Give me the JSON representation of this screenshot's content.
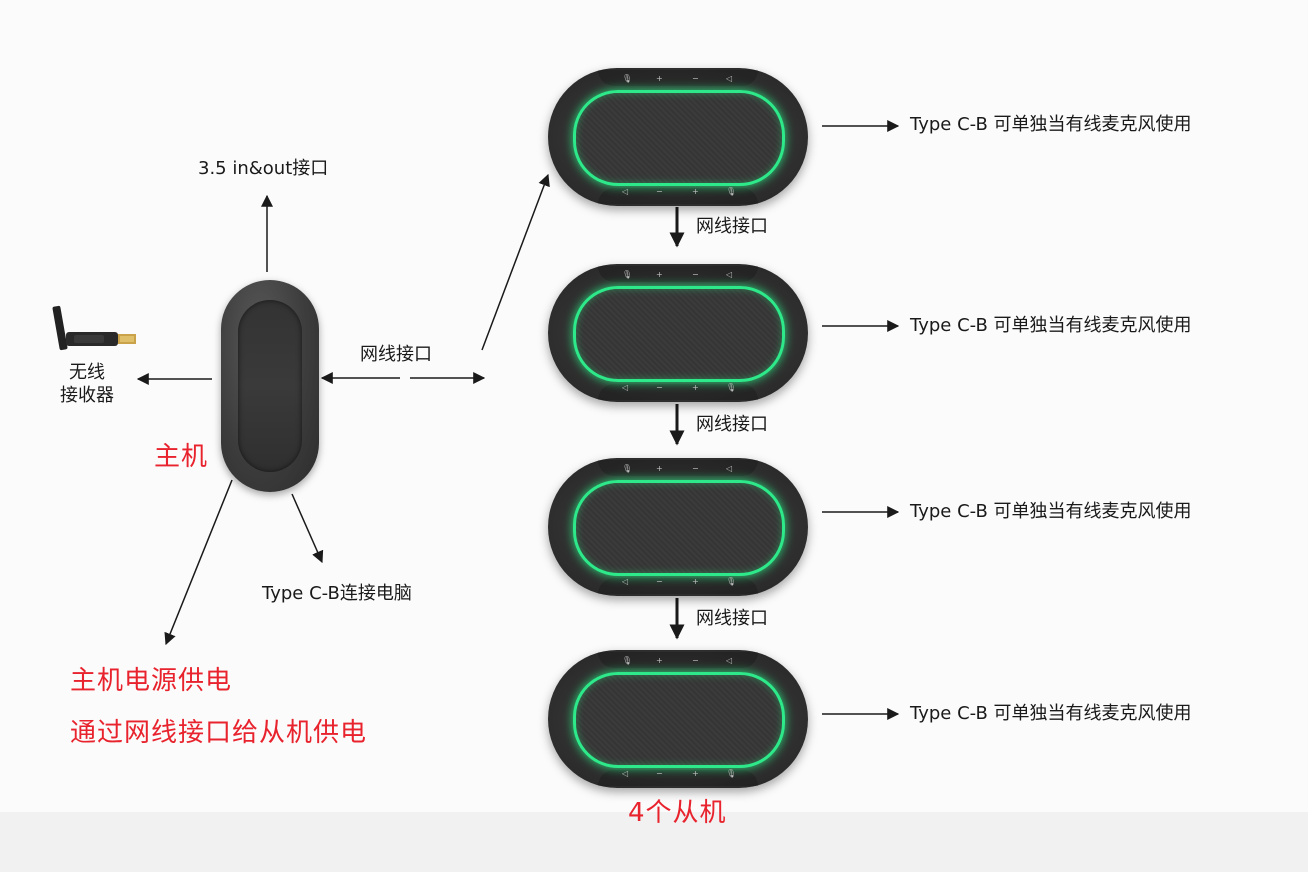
{
  "host": {
    "label": "主机",
    "port_audio": "3.5 in&out接口",
    "port_network": "网线接口",
    "port_usb": "Type C-B连接电脑",
    "wireless_line1": "无线",
    "wireless_line2": "接收器"
  },
  "power_note": {
    "line1": "主机电源供电",
    "line2": "通过网线接口给从机供电"
  },
  "slaves": {
    "count_label": "4个从机",
    "chain_label": "网线接口",
    "usage_label": "Type C-B 可单独当有线麦克风使用",
    "buttons_top": [
      "🎙",
      "+",
      "−",
      "◁"
    ],
    "buttons_bottom": [
      "◁",
      "−",
      "+",
      "🎙"
    ]
  },
  "colors": {
    "accent_red": "#e8232d",
    "ring_green": "#2ee98a",
    "device_body": "#2e2e2e"
  }
}
